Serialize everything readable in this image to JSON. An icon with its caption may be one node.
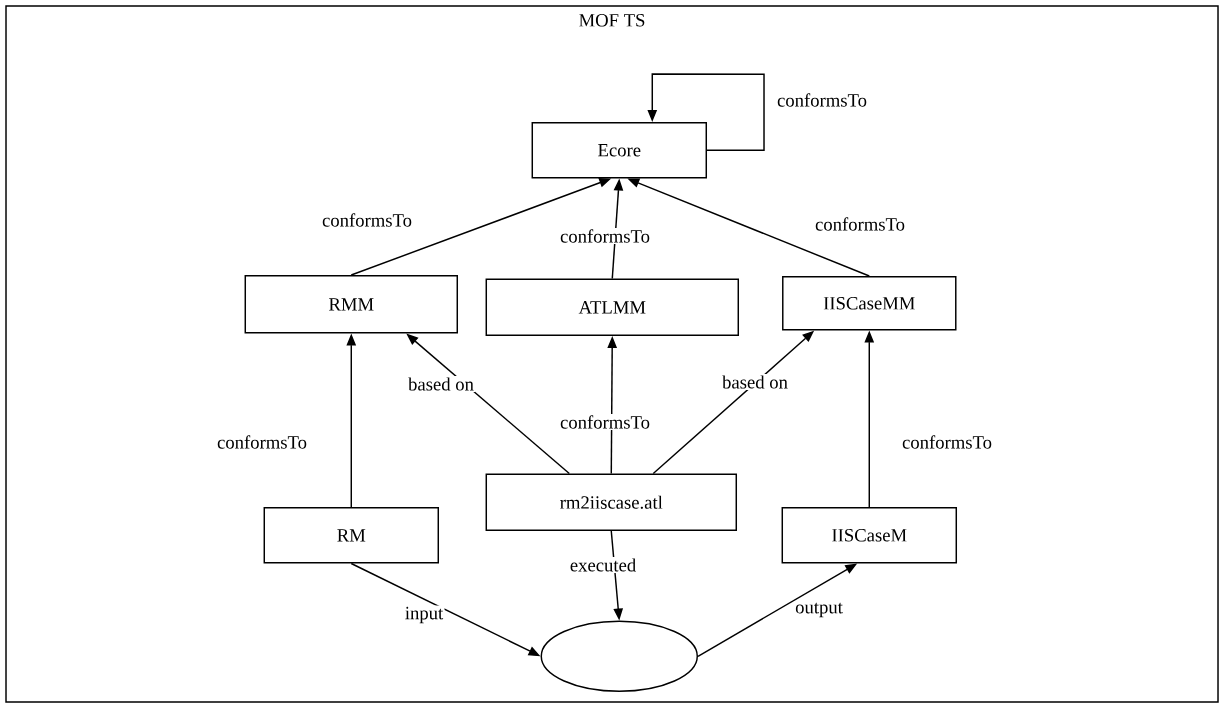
{
  "diagram": {
    "nodes": [
      {
        "text": [
          "MOF TS"
        ]
      },
      {
        "text": [
          "Ecore"
        ],
        "in": 0
      },
      {
        "text": [
          "RMM"
        ],
        "in": 0
      },
      {
        "text": [
          "ATLMM"
        ],
        "in": 0
      },
      {
        "text": [
          "IISCaseMM"
        ],
        "in": 0
      },
      {
        "text": [
          "rm2iiscase.atl"
        ],
        "in": 0
      },
      {
        "text": [
          "RM"
        ],
        "in": 0
      },
      {
        "text": [
          "IISCaseM"
        ],
        "in": 0
      },
      {
        "text": [],
        "shape": "ellipse",
        "in": 0
      }
    ],
    "edges": [
      {
        "from": 1,
        "to": 1,
        "arrow": "to",
        "label": "conformsTo"
      },
      {
        "from": 2,
        "to": 1,
        "arrow": "to",
        "label": "conformsTo"
      },
      {
        "from": 3,
        "to": 1,
        "arrow": "to",
        "label": "conformsTo"
      },
      {
        "from": 4,
        "to": 1,
        "arrow": "to",
        "label": "conformsTo"
      },
      {
        "from": 6,
        "to": 2,
        "arrow": "to",
        "label": "conformsTo"
      },
      {
        "from": 5,
        "to": 2,
        "arrow": "to",
        "label": "based on"
      },
      {
        "from": 5,
        "to": 3,
        "arrow": "to",
        "label": "conformsTo"
      },
      {
        "from": 5,
        "to": 4,
        "arrow": "to",
        "label": "based on"
      },
      {
        "from": 7,
        "to": 4,
        "arrow": "to",
        "label": "conformsTo"
      },
      {
        "from": 5,
        "to": 8,
        "arrow": "to",
        "label": "executed"
      },
      {
        "from": 6,
        "to": 8,
        "arrow": "to",
        "label": "input"
      },
      {
        "from": 8,
        "to": 7,
        "arrow": "to",
        "label": "output"
      }
    ]
  }
}
